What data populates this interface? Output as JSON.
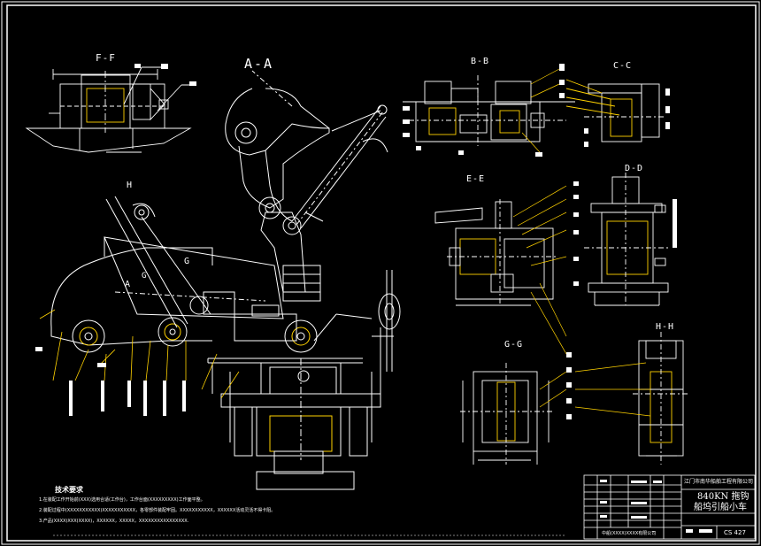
{
  "drawing": {
    "background": "#000000",
    "line_color": "#ffffff",
    "accent_color": "#ffffff",
    "section_labels": {
      "ff": "F-F",
      "aa": "A-A",
      "bb": "B-B",
      "cc": "C-C",
      "dd": "D-D",
      "ee": "E-E",
      "gg": "G-G",
      "hh": "H-H"
    },
    "view_letters": {
      "h": "H",
      "a": "A",
      "g1": "G",
      "g2": "G"
    }
  },
  "notes": {
    "title": "技术要求",
    "lines": [
      "1.在装配工作开始前(XXX)选用合适(工作台)，工作台面(XXXXXXXXX)工作面平整。",
      "2.装配过程中(XXXXXXXXXXX)XXXXXXXXXXX，各零部件装配牢固。XXXXXXXXXXX，XXXXXX活动灵活不得卡阻。",
      "3.产品(XXXX)XXX(XXXX)，XXXXXX，XXXXX，XXXXXXXXXXXXXXXX."
    ],
    "footer": "中船(XXXX)XXXX有限公司"
  },
  "title_block": {
    "company": "江门市南华船舶工程有限公司",
    "title_line1": "840KN 拖钩",
    "title_line2": "船坞引船小车",
    "drawing_no": "CS 427"
  }
}
